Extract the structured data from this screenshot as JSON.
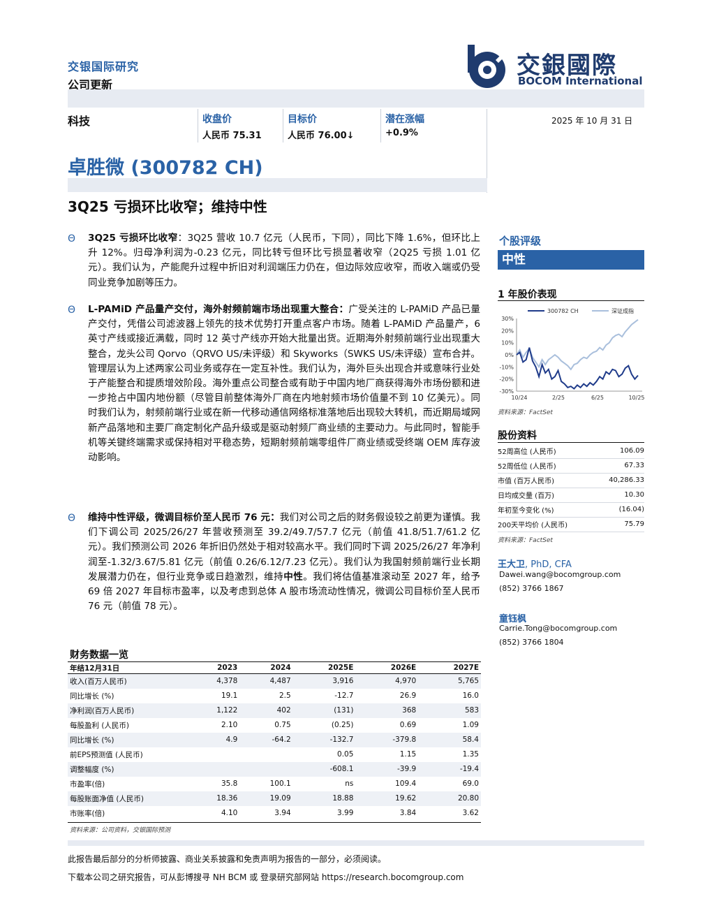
{
  "header": {
    "brand": "交银国际研究",
    "doc_type": "公司更新",
    "logo_cn": "交銀國際",
    "logo_en": "BOCOM International"
  },
  "info": {
    "sector": "科技",
    "close_label": "收盘价",
    "close_value": "人民币 75.31",
    "target_label": "目标价",
    "target_value": "人民币 76.00↓",
    "upside_label": "潜在涨幅",
    "upside_value": "+0.9%",
    "date": "2025 年 10 月 31 日"
  },
  "stock_name": "卓胜微 (300782 CH)",
  "headline": "3Q25 亏损环比收窄；维持中性",
  "bullets": [
    {
      "icon": "Θ",
      "title": "3Q25 亏损环比收窄",
      "body": "：3Q25 营收 10.7 亿元（人民币，下同），同比下降 1.6%，但环比上升 12%。归母净利润为-0.23 亿元，同比转亏但环比亏损显著收窄（2Q25 亏损 1.01 亿元）。我们认为，产能爬升过程中折旧对利润端压力仍在，但边际效应收窄，而收入端或仍受同业竞争加剧等压力。"
    },
    {
      "icon": "Θ",
      "title": "L-PAMiD 产品量产交付，海外射频前端市场出现重大整合：",
      "body": "广受关注的 L-PAMiD 产品已量产交付，凭借公司滤波器上领先的技术优势打开重点客户市场。随着 L-PAMiD 产品量产，6 英寸产线或接近满载，同时 12 英寸产线亦开始大批量出货。近期海外射频前端行业出现重大整合，龙头公司 Qorvo（QRVO US/未评级）和 Skyworks（SWKS US/未评级）宣布合并。管理层认为上述两家公司业务或存在一定互补性。我们认为，海外巨头出现合并或意味行业处于产能整合和提质增效阶段。海外重点公司整合或有助于中国内地厂商获得海外市场份额和进一步抢占中国内地份额（尽管目前整体海外厂商在内地射频市场价值量不到 10 亿美元）。同时我们认为，射频前端行业或在新一代移动通信网络标准落地后出现较大转机，而近期局域网新产品落地和主要厂商定制化产品升级或是驱动射频厂商业绩的主要动力。与此同时，智能手机等关键终端需求或保持相对平稳态势，短期射频前端零组件厂商业绩或受终端 OEM 库存波动影响。"
    },
    {
      "icon": "Θ",
      "title": "维持中性评级，微调目标价至人民币 76 元：",
      "body_a": "我们对公司之后的财务假设较之前更为谨慎。我们下调公司 2025/26/27 年营收预测至 39.2/49.7/57.7 亿元（前值 41.8/51.7/61.2 亿元）。我们预测公司 2026 年折旧仍然处于相对较高水平。我们同时下调 2025/26/27 年净利润至-1.32/3.67/5.81 亿元（前值 0.26/6.12/7.23 亿元）。我们认为我国射频前端行业长期发展潜力仍在，但行业竞争或日趋激烈，维持",
      "body_bold": "中性",
      "body_b": "。我们将估值基准滚动至 2027 年，给予 69 倍 2027 年目标市盈率，以及考虑到总体 A 股市场流动性情况，微调公司目标价至人民币 76 元（前值 78 元）。"
    }
  ],
  "sidebar": {
    "rating_label": "个股评级",
    "rating_value": "中性",
    "perf_title": "1 年股价表现",
    "perf_source": "资料来源：FactSet",
    "stats_title": "股份资料",
    "stats": [
      {
        "label": "52周高位 (人民币)",
        "value": "106.09"
      },
      {
        "label": "52周低位 (人民币)",
        "value": "67.33"
      },
      {
        "label": "市值 (百万人民币)",
        "value": "40,286.33"
      },
      {
        "label": "日均成交量 (百万)",
        "value": "10.30"
      },
      {
        "label": "年初至今变化 (%)",
        "value": "(16.04)"
      },
      {
        "label": "200天平均价 (人民币)",
        "value": "75.79"
      }
    ],
    "stats_source": "资料来源：FactSet",
    "analysts": [
      {
        "name": "王大卫",
        "title": ", PhD, CFA",
        "email": "Dawei.wang@bocomgroup.com",
        "phone": "(852) 3766 1867"
      },
      {
        "name": "童钰枫",
        "title": "",
        "email": "Carrie.Tong@bocomgroup.com",
        "phone": "(852) 3766 1804"
      }
    ]
  },
  "chart_data": {
    "type": "line",
    "title": "",
    "x_tick_labels": [
      "10/24",
      "2/25",
      "6/25",
      "10/25"
    ],
    "y_tick_labels": [
      "30%",
      "20%",
      "10%",
      "0%",
      "-10%",
      "-20%",
      "-30%"
    ],
    "ylim": [
      -30,
      30
    ],
    "legend": "top",
    "series": [
      {
        "name": "300782 CH",
        "color": "#1f3b8a",
        "values": [
          0,
          2,
          -6,
          -4,
          6,
          -5,
          -10,
          -18,
          -8,
          -15,
          -12,
          -20,
          -18,
          -13,
          -22,
          -24,
          -27,
          -26,
          -28,
          -25,
          -27,
          -24,
          -26,
          -23,
          -25,
          -22,
          -18,
          -20,
          -14,
          -16,
          -12,
          -13,
          -18,
          -16,
          -11,
          -9,
          -16,
          -20,
          -17
        ]
      },
      {
        "name": "深证成指",
        "color": "#a9bfdc",
        "values": [
          0,
          4,
          -2,
          2,
          5,
          -2,
          -6,
          -10,
          -4,
          -8,
          -4,
          -2,
          0,
          -2,
          -5,
          -7,
          -9,
          -12,
          -8,
          -7,
          -4,
          -2,
          -3,
          0,
          2,
          3,
          6,
          4,
          8,
          10,
          14,
          16,
          17,
          15,
          19,
          22,
          25,
          27,
          29
        ]
      }
    ]
  },
  "fin_table": {
    "title": "财务数据一览",
    "headers": [
      "年结12月31日",
      "2023",
      "2024",
      "2025E",
      "2026E",
      "2027E"
    ],
    "rows": [
      [
        "收入(百万人民币)",
        "4,378",
        "4,487",
        "3,916",
        "4,970",
        "5,765"
      ],
      [
        "同比增长 (%)",
        "19.1",
        "2.5",
        "-12.7",
        "26.9",
        "16.0"
      ],
      [
        "净利润(百万人民币)",
        "1,122",
        "402",
        "(131)",
        "368",
        "583"
      ],
      [
        "每股盈利 (人民币)",
        "2.10",
        "0.75",
        "(0.25)",
        "0.69",
        "1.09"
      ],
      [
        "同比增长 (%)",
        "4.9",
        "-64.2",
        "-132.7",
        "-379.8",
        "58.4"
      ],
      [
        "前EPS预测值 (人民币)",
        "",
        "",
        "0.05",
        "1.15",
        "1.35"
      ],
      [
        "调整幅度 (%)",
        "",
        "",
        "-608.1",
        "-39.9",
        "-19.4"
      ],
      [
        "市盈率(倍)",
        "35.8",
        "100.1",
        "ns",
        "109.4",
        "69.0"
      ],
      [
        "每股账面净值 (人民币)",
        "18.36",
        "19.09",
        "18.88",
        "19.62",
        "20.80"
      ],
      [
        "市账率(倍)",
        "4.10",
        "3.94",
        "3.99",
        "3.84",
        "3.62"
      ]
    ],
    "source": "资料来源：公司资料，交银国际预测"
  },
  "footer": {
    "line1": "此报告最后部分的分析师披露、商业关系披露和免责声明为报告的一部分，必须阅读。",
    "line2": "下载本公司之研究报告，可从彭博搜寻 NH BCM 或 登录研究部网站 https://research.bocomgroup.com"
  }
}
